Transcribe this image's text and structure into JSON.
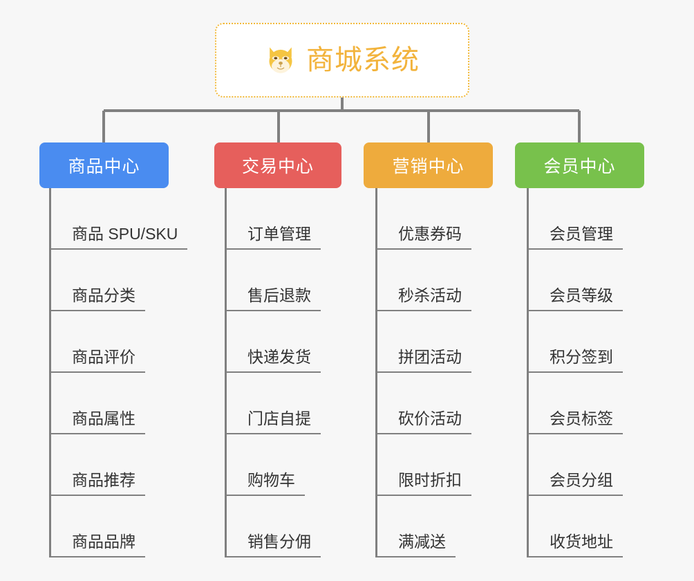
{
  "root": {
    "title": "商城系统",
    "icon": "shiba-dog-icon",
    "border_color": "#f2b939",
    "text_color": "#f2b33c"
  },
  "categories": [
    {
      "label": "商品中心",
      "color": "#4a8cf0",
      "items": [
        "商品 SPU/SKU",
        "商品分类",
        "商品评价",
        "商品属性",
        "商品推荐",
        "商品品牌"
      ]
    },
    {
      "label": "交易中心",
      "color": "#e65f5c",
      "items": [
        "订单管理",
        "售后退款",
        "快递发货",
        "门店自提",
        "购物车",
        "销售分佣"
      ]
    },
    {
      "label": "营销中心",
      "color": "#eeab3d",
      "items": [
        "优惠券码",
        "秒杀活动",
        "拼团活动",
        "砍价活动",
        "限时折扣",
        "满减送"
      ]
    },
    {
      "label": "会员中心",
      "color": "#78c14c",
      "items": [
        "会员管理",
        "会员等级",
        "积分签到",
        "会员标签",
        "会员分组",
        "收货地址"
      ]
    }
  ],
  "connector_color": "#808080",
  "background_color": "#f7f7f7"
}
